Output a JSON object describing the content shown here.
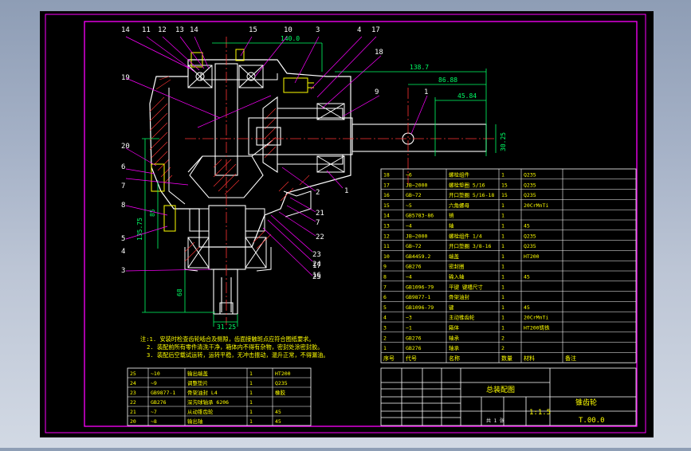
{
  "balloons": [
    "14",
    "11",
    "12",
    "13",
    "14",
    "15",
    "10",
    "3",
    "4",
    "17",
    "18",
    "19",
    "9",
    "1",
    "20",
    "6",
    "7",
    "8",
    "5",
    "4",
    "3",
    "2",
    "1",
    "21",
    "7",
    "22",
    "23",
    "24",
    "25",
    "17",
    "16"
  ],
  "dims": {
    "d_top_width": "140.0",
    "d_ext": "138.7",
    "d_mid": "86.88",
    "d_short": "45.84",
    "d_vert": "135.75",
    "d_left_a": "85",
    "d_left_b": "68",
    "d_bottom": "31.25",
    "d_shaft_end": "30.25"
  },
  "notes": [
    "注:1. 安装时检查齿轮啮合及侧隙，齿面接触斑点应符合图纸要求。",
    "2. 装配前所有零件清洗干净，箱体内不得有杂物，密封处涂密封胶。",
    "3. 装配后空载试运转，运转平稳，无冲击振动，温升正常，不得漏油。"
  ],
  "bom_upper": [
    [
      "18",
      "~6",
      "螺栓组件",
      "1",
      "Q235",
      ""
    ],
    [
      "17",
      "JB~2000",
      "螺栓垫圈 5/16",
      "15",
      "Q235",
      ""
    ],
    [
      "16",
      "GB~72",
      "开口垫圈 5/16-18",
      "15",
      "Q235",
      ""
    ],
    [
      "15",
      "~5",
      "六角螺母",
      "1",
      "20CrMnTi",
      ""
    ],
    [
      "14",
      "GB5783-86",
      "销",
      "1",
      "",
      ""
    ],
    [
      "13",
      "~4",
      "轴",
      "1",
      "45",
      ""
    ],
    [
      "12",
      "JB~2000",
      "螺栓组件 1/4",
      "1",
      "Q235",
      ""
    ],
    [
      "11",
      "GB~72",
      "开口垫圈 3/8-16",
      "1",
      "Q235",
      ""
    ],
    [
      "10",
      "GB4459.2",
      "端盖",
      "1",
      "HT200",
      ""
    ],
    [
      "9",
      "GB276",
      "密封圈",
      "1",
      "",
      ""
    ],
    [
      "8",
      "~4",
      "输入轴",
      "1",
      "45",
      ""
    ],
    [
      "7",
      "GB1096-79",
      "平键 键槽尺寸",
      "1",
      "",
      ""
    ],
    [
      "6",
      "GB9877-1",
      "骨架油封",
      "1",
      "",
      ""
    ],
    [
      "5",
      "GB1096-79",
      "键",
      "1",
      "45",
      ""
    ],
    [
      "4",
      "~3",
      "主动锥齿轮",
      "1",
      "20CrMnTi",
      ""
    ],
    [
      "3",
      "~1",
      "箱体",
      "1",
      "HT200铸铁",
      ""
    ],
    [
      "2",
      "GB276",
      "轴承",
      "2",
      "",
      ""
    ],
    [
      "1",
      "GB276",
      "轴承",
      "2",
      "",
      ""
    ]
  ],
  "bom_upper_header": [
    "序号",
    "代号",
    "名称",
    "数量",
    "材料",
    "备注"
  ],
  "bom_lower": [
    [
      "25",
      "~10",
      "输出端盖",
      "1",
      "HT200"
    ],
    [
      "24",
      "~9",
      "调整垫片",
      "1",
      "Q235"
    ],
    [
      "23",
      "GB9877-1",
      "骨架油封 L4",
      "1",
      "橡胶"
    ],
    [
      "22",
      "GB276",
      "深沟球轴承 6206",
      "1",
      ""
    ],
    [
      "21",
      "~7",
      "从动锥齿轮",
      "1",
      "45"
    ],
    [
      "20",
      "~8",
      "输出轴",
      "1",
      "45"
    ]
  ],
  "title_block": {
    "drawing_title": "总装配图",
    "name": "锥齿轮",
    "code": "T.00.0",
    "scale": "1:1.5",
    "sheets": "共 1 张",
    "company": ""
  },
  "colors": {
    "background": "#000000",
    "border": "#ff00ff",
    "outline": "#ffffff",
    "centerline": "#ff3333",
    "dimension": "#00ff66",
    "leader": "#ff00ff",
    "hatch": "#ff3333",
    "bolt": "#ffff00",
    "shaft": "#ffffff"
  }
}
